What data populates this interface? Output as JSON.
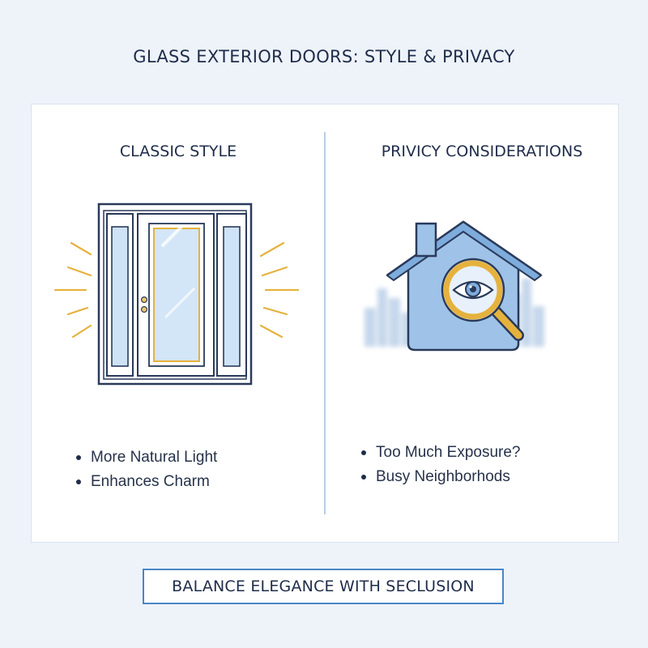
{
  "title": "GLASS EXTERIOR DOORS: STYLE & PRIVACY",
  "left_panel": {
    "heading": "CLASSIC STYLE",
    "illustration_icon": "glass-door-icon",
    "bullets": [
      "More Natural Light",
      "Enhances Charm"
    ]
  },
  "right_panel": {
    "heading": "PRIVICY CONSIDERATIONS",
    "illustration_icon": "house-magnifier-eye-icon",
    "bullets": [
      "Too Much Exposure?",
      "Busy Neighborhods"
    ]
  },
  "banner": "BALANCE ELEGANCE WITH SECLUSION",
  "colors": {
    "background": "#eef3fa",
    "text": "#1f2d4a",
    "accent_blue": "#4a86c5",
    "glass": "#cfe3f7",
    "gold": "#e5b23e"
  }
}
